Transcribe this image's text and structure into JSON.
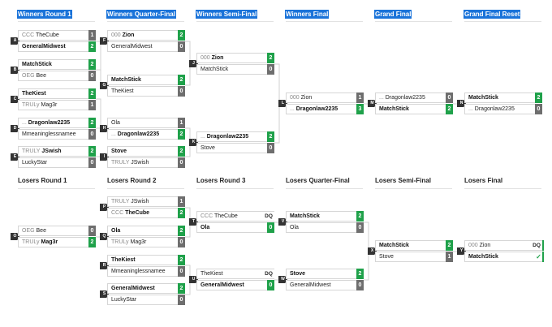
{
  "winners_headers": [
    "Winners Round 1",
    "Winners Quarter-Final",
    "Winners Semi-Final",
    "Winners Final",
    "Grand Final",
    "Grand Final Reset"
  ],
  "losers_headers": [
    "Losers Round 1",
    "Losers Round 2",
    "Losers Round 3",
    "Losers Quarter-Final",
    "Losers Semi-Final",
    "Losers Final"
  ],
  "winners_matches": [
    {
      "id": "A",
      "t1": {
        "prefix": "CCC",
        "name": "TheCube",
        "score": "1",
        "win": false
      },
      "t2": {
        "prefix": "",
        "name": "GeneralMidwest",
        "score": "2",
        "win": true
      }
    },
    {
      "id": "B",
      "t1": {
        "prefix": "",
        "name": "MatchStick",
        "score": "2",
        "win": true
      },
      "t2": {
        "prefix": "OEG",
        "name": "Bee",
        "score": "0",
        "win": false
      }
    },
    {
      "id": "C",
      "t1": {
        "prefix": "",
        "name": "TheKiest",
        "score": "2",
        "win": true
      },
      "t2": {
        "prefix": "TRULy",
        "name": "Mag3r",
        "score": "1",
        "win": false
      }
    },
    {
      "id": "D",
      "t1": {
        "prefix": "...",
        "name": "Dragonlaw2235",
        "score": "2",
        "win": true
      },
      "t2": {
        "prefix": "",
        "name": "Mmeaninglessnamee",
        "score": "0",
        "win": false
      }
    },
    {
      "id": "E",
      "t1": {
        "prefix": "TRULY",
        "name": "JSwish",
        "score": "2",
        "win": true
      },
      "t2": {
        "prefix": "",
        "name": "LuckyStar",
        "score": "0",
        "win": false
      }
    },
    {
      "id": "F",
      "t1": {
        "prefix": "000",
        "name": "Zion",
        "score": "2",
        "win": true
      },
      "t2": {
        "prefix": "",
        "name": "GeneralMidwest",
        "score": "0",
        "win": false
      }
    },
    {
      "id": "G",
      "t1": {
        "prefix": "",
        "name": "MatchStick",
        "score": "2",
        "win": true
      },
      "t2": {
        "prefix": "",
        "name": "TheKiest",
        "score": "0",
        "win": false
      }
    },
    {
      "id": "H",
      "t1": {
        "prefix": "",
        "name": "Ola",
        "score": "1",
        "win": false
      },
      "t2": {
        "prefix": "...",
        "name": "Dragonlaw2235",
        "score": "2",
        "win": true
      }
    },
    {
      "id": "I",
      "t1": {
        "prefix": "",
        "name": "Stove",
        "score": "2",
        "win": true
      },
      "t2": {
        "prefix": "TRULY",
        "name": "JSwish",
        "score": "0",
        "win": false
      }
    },
    {
      "id": "J",
      "t1": {
        "prefix": "000",
        "name": "Zion",
        "score": "2",
        "win": true
      },
      "t2": {
        "prefix": "",
        "name": "MatchStick",
        "score": "0",
        "win": false
      }
    },
    {
      "id": "K",
      "t1": {
        "prefix": "...",
        "name": "Dragonlaw2235",
        "score": "2",
        "win": true
      },
      "t2": {
        "prefix": "",
        "name": "Stove",
        "score": "0",
        "win": false
      }
    },
    {
      "id": "L",
      "t1": {
        "prefix": "000",
        "name": "Zion",
        "score": "1",
        "win": false
      },
      "t2": {
        "prefix": "...",
        "name": "Dragonlaw2235",
        "score": "3",
        "win": true
      }
    },
    {
      "id": "M",
      "t1": {
        "prefix": "...",
        "name": "Dragonlaw2235",
        "score": "0",
        "win": false
      },
      "t2": {
        "prefix": "",
        "name": "MatchStick",
        "score": "2",
        "win": true
      }
    },
    {
      "id": "N",
      "t1": {
        "prefix": "",
        "name": "MatchStick",
        "score": "2",
        "win": true
      },
      "t2": {
        "prefix": "...",
        "name": "Dragonlaw2235",
        "score": "0",
        "win": false
      }
    }
  ],
  "losers_matches": [
    {
      "id": "O",
      "t1": {
        "prefix": "OEG",
        "name": "Bee",
        "score": "0",
        "win": false
      },
      "t2": {
        "prefix": "TRULy",
        "name": "Mag3r",
        "score": "2",
        "win": true
      }
    },
    {
      "id": "P",
      "t1": {
        "prefix": "TRULY",
        "name": "JSwish",
        "score": "1",
        "win": false
      },
      "t2": {
        "prefix": "CCC",
        "name": "TheCube",
        "score": "2",
        "win": true
      }
    },
    {
      "id": "Q",
      "t1": {
        "prefix": "",
        "name": "Ola",
        "score": "2",
        "win": true
      },
      "t2": {
        "prefix": "TRULy",
        "name": "Mag3r",
        "score": "0",
        "win": false
      }
    },
    {
      "id": "R",
      "t1": {
        "prefix": "",
        "name": "TheKiest",
        "score": "2",
        "win": true
      },
      "t2": {
        "prefix": "",
        "name": "Mmeaninglessnamee",
        "score": "0",
        "win": false
      }
    },
    {
      "id": "S",
      "t1": {
        "prefix": "",
        "name": "GeneralMidwest",
        "score": "2",
        "win": true
      },
      "t2": {
        "prefix": "",
        "name": "LuckyStar",
        "score": "0",
        "win": false
      }
    },
    {
      "id": "T",
      "t1": {
        "prefix": "CCC",
        "name": "TheCube",
        "score": "DQ",
        "win": false
      },
      "t2": {
        "prefix": "",
        "name": "Ola",
        "score": "0",
        "win": true
      }
    },
    {
      "id": "U",
      "t1": {
        "prefix": "",
        "name": "TheKiest",
        "score": "DQ",
        "win": false
      },
      "t2": {
        "prefix": "",
        "name": "GeneralMidwest",
        "score": "0",
        "win": true
      }
    },
    {
      "id": "V",
      "t1": {
        "prefix": "",
        "name": "MatchStick",
        "score": "2",
        "win": true
      },
      "t2": {
        "prefix": "",
        "name": "Ola",
        "score": "0",
        "win": false
      }
    },
    {
      "id": "W",
      "t1": {
        "prefix": "",
        "name": "Stove",
        "score": "2",
        "win": true
      },
      "t2": {
        "prefix": "",
        "name": "GeneralMidwest",
        "score": "0",
        "win": false
      }
    },
    {
      "id": "X",
      "t1": {
        "prefix": "",
        "name": "MatchStick",
        "score": "2",
        "win": true
      },
      "t2": {
        "prefix": "",
        "name": "Stove",
        "score": "1",
        "win": false
      }
    },
    {
      "id": "Y",
      "t1": {
        "prefix": "000",
        "name": "Zion",
        "score": "DQ",
        "win": false
      },
      "t2": {
        "prefix": "",
        "name": "MatchStick",
        "score": "✓",
        "win": true
      }
    }
  ],
  "colors": {
    "win_score": "#1fa14a",
    "lose_score": "#6e6e6e",
    "header_highlight": "#1a73d9",
    "match_id_badge": "#333333"
  }
}
